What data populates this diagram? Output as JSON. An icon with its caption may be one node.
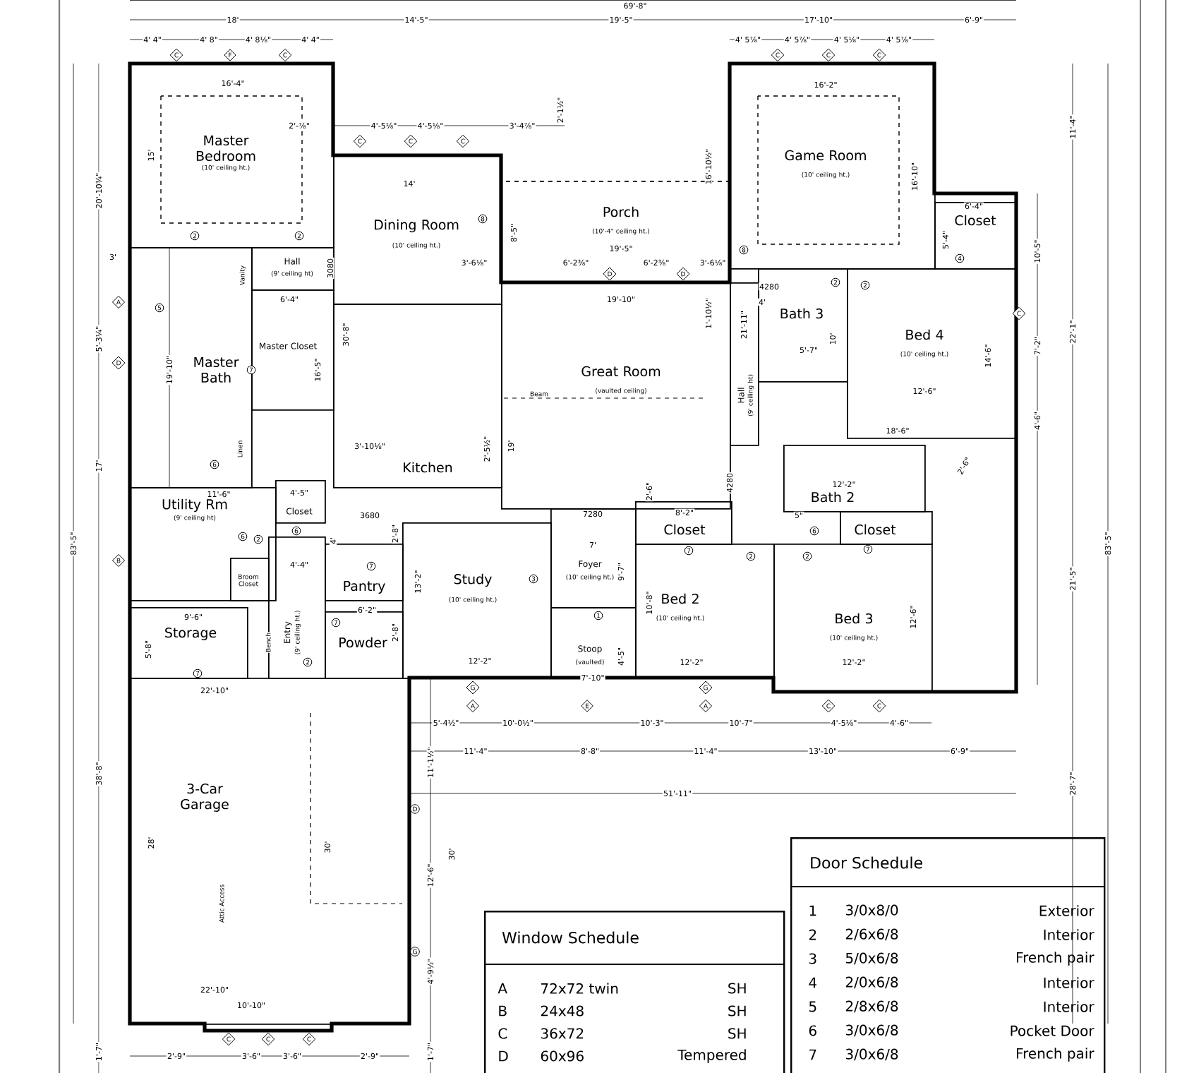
{
  "diagram": {
    "nodes": [
      {
        "text": [
          "Master Bedroom",
          "(10' ceiling ht.)"
        ]
      },
      {
        "text": [
          "Dining Room",
          "(10' ceiling ht.)"
        ]
      },
      {
        "text": [
          "Porch",
          "(10'-4\" ceiling ht.)"
        ]
      },
      {
        "text": [
          "Game Room",
          "(10' ceiling ht.)"
        ]
      },
      {
        "text": [
          "Closet"
        ]
      },
      {
        "text": [
          "Hall",
          "(9' ceiling ht)"
        ]
      },
      {
        "text": [
          "Master Bath"
        ]
      },
      {
        "text": [
          "Master Closet"
        ]
      },
      {
        "text": [
          "Kitchen"
        ]
      },
      {
        "text": [
          "Great Room",
          "(vaulted ceiling)"
        ]
      },
      {
        "text": [
          "Bath 3"
        ]
      },
      {
        "text": [
          "Bed 4",
          "(10' ceiling ht.)"
        ]
      },
      {
        "text": [
          "Hall",
          "(9' ceiling ht)"
        ]
      },
      {
        "text": [
          "Bath 2"
        ]
      },
      {
        "text": [
          "Closet"
        ]
      },
      {
        "text": [
          "Closet"
        ]
      },
      {
        "text": [
          "Bed 2",
          "(10' ceiling ht.)"
        ]
      },
      {
        "text": [
          "Bed 3",
          "(10' ceiling ht.)"
        ]
      },
      {
        "text": [
          "Utility Rm",
          "(9' ceiling ht)"
        ]
      },
      {
        "text": [
          "Closet"
        ]
      },
      {
        "text": [
          "Study",
          "(10' ceiling ht.)"
        ]
      },
      {
        "text": [
          "Foyer",
          "(10' ceiling ht.)"
        ]
      },
      {
        "text": [
          "Stoop",
          "(vaulted)"
        ]
      },
      {
        "text": [
          "Storage"
        ]
      },
      {
        "text": [
          "Entry",
          "(9' ceiling ht.)"
        ]
      },
      {
        "text": [
          "Pantry"
        ]
      },
      {
        "text": [
          "Powder"
        ]
      },
      {
        "text": [
          "3-Car Garage"
        ]
      },
      {
        "text": [
          "Broom Closet"
        ],
        "in": 18
      },
      {
        "text": [
          "Window Schedule"
        ]
      },
      {
        "text": [
          "Door Schedule"
        ]
      }
    ],
    "labels": [
      "69'-8\"",
      "18'",
      "14'-5\"",
      "19'-5\"",
      "17'-10\"",
      "6'-9\"",
      "4' 4\"",
      "4' 8\"",
      "4' 8⅛\"",
      "4' 4\"",
      "4' 5⅞\"",
      "4' 5⅞\"",
      "4' 5⅛\"",
      "4' 5⅞\"",
      "C",
      "F",
      "C",
      "C",
      "C",
      "C",
      "16'-4\"",
      "16'-2\"",
      "11'-4\"",
      "2'-⅞\"",
      "4'-5⅛\"",
      "4'-5⅛\"",
      "3'-4⅞\"",
      "2'-1½\"",
      "C",
      "C",
      "C",
      "15'",
      "20'-10¾\"",
      "16'-10½\"",
      "16'-10\"",
      "14'",
      "2",
      "2",
      "8",
      "8",
      "8'-5\"",
      "3'-6⅛\"",
      "19'-5\"",
      "6'-2⅜\"",
      "6'-2⅜\"",
      "3'-6⅛\"",
      "D",
      "D",
      "6'-4\"",
      "5'-4\"",
      "10'-5\"",
      "3'",
      "3080",
      "4280",
      "19'-10\"",
      "1'-10½\"",
      "4'",
      "2",
      "2",
      "4",
      "5",
      "A",
      "6'-4\"",
      "5'-3¼\"",
      "C",
      "10'",
      "22'-1\"",
      "7'-2\"",
      "5'-7\"",
      "14'-6\"",
      "30'-8\"",
      "D",
      "19'-10\"",
      "16'-5\"",
      "7",
      "Beam",
      "19'",
      "21'-11\"",
      "12'-6\"",
      "4'-6\"",
      "18'-6\"",
      "2'-5½\"",
      "3'-10⅛\"",
      "6",
      "17'",
      "2'-6\"",
      "12'-2\"",
      "4280",
      "2'-6\"",
      "11'-6\"",
      "4'-5\"",
      "3680",
      "7280",
      "8'-2\"",
      "5\"",
      "2",
      "6",
      "6",
      "4'",
      "2'-8\"",
      "7'",
      "7",
      "7",
      "2",
      "2",
      "83'-5\"",
      "83'-5\"",
      "21'-5\"",
      "B",
      "4'-4\"",
      "6",
      "7",
      "9'-7\"",
      "3",
      "13'-2\"",
      "10'-8\"",
      "12'-6\"",
      "9'-6\"",
      "1",
      "7",
      "6'-2\"",
      "2'-8\"",
      "5'-8\"",
      "2",
      "12'-2\"",
      "4'-5\"",
      "12'-2\"",
      "12'-2\"",
      "7",
      "7'-10\"",
      "22'-10\"",
      "G",
      "G",
      "A",
      "E",
      "A",
      "C",
      "C",
      "5'-4½\"",
      "10'-0½\"",
      "10'-3\"",
      "10'-7\"",
      "4'-5⅛\"",
      "4'-6\"",
      "11'-4\"",
      "8'-8\"",
      "11'-4\"",
      "13'-10\"",
      "6'-9\"",
      "38'-8\"",
      "11'-1½\"",
      "51'-11\"",
      "28'-7\"",
      "D",
      "28'",
      "30'",
      "30'",
      "12'-6\"",
      "Attic Access",
      "G",
      "4'-9½\"",
      "22'-10\"",
      "10'-10\"",
      "C",
      "C",
      "C",
      "1'-7\"",
      "2'-9\"",
      "3'-6\"",
      "3'-6\"",
      "2'-9\"",
      "1'-7\"",
      "Vanity",
      "Linen",
      "Bench",
      "A",
      "72x72 twin",
      "SH",
      "B",
      "24x48",
      "SH",
      "C",
      "36x72",
      "SH",
      "D",
      "60x96",
      "Tempered",
      "1",
      "3/0x8/0",
      "Exterior",
      "2",
      "2/6x6/8",
      "Interior",
      "3",
      "5/0x6/8",
      "French pair",
      "4",
      "2/0x6/8",
      "Interior",
      "5",
      "2/8x6/8",
      "Interior",
      "6",
      "3/0x6/8",
      "Pocket Door",
      "7",
      "3/0x6/8",
      "French pair"
    ]
  }
}
